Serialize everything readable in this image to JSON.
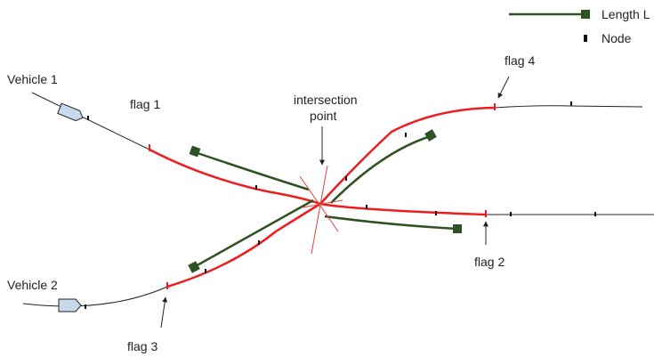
{
  "legend": {
    "length_label": "Length L",
    "node_label": "Node"
  },
  "vehicles": {
    "v1_label": "Vehicle 1",
    "v2_label": "Vehicle 2"
  },
  "flags": {
    "flag1": "flag 1",
    "flag2": "flag 2",
    "flag3": "flag 3",
    "flag4": "flag 4"
  },
  "intersection": {
    "line1": "intersection",
    "line2": "point"
  },
  "colors": {
    "conflict_path": "#ee1c1c",
    "length_segment": "#2f5222",
    "road": "#222222",
    "vehicle_fill": "#c9d9ec"
  }
}
